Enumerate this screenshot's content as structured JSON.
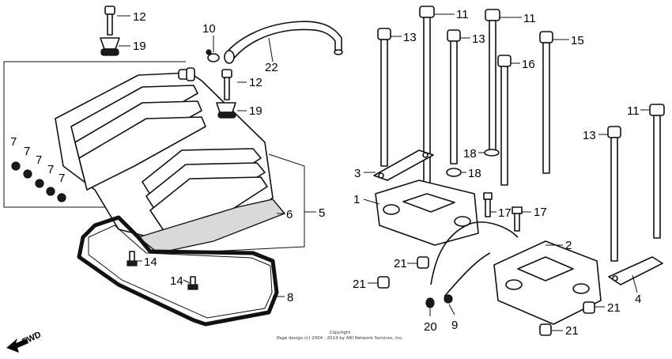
{
  "callouts": {
    "c1": "1",
    "c2": "2",
    "c3": "3",
    "c4": "4",
    "c5": "5",
    "c6": "6",
    "c7a": "7",
    "c7b": "7",
    "c7c": "7",
    "c7d": "7",
    "c7e": "7",
    "c8": "8",
    "c9": "9",
    "c10": "10",
    "c11a": "11",
    "c11b": "11",
    "c11c": "11",
    "c12a": "12",
    "c12b": "12",
    "c13a": "13",
    "c13b": "13",
    "c13c": "13",
    "c14a": "14",
    "c14b": "14",
    "c15": "15",
    "c16": "16",
    "c17a": "17",
    "c17b": "17",
    "c18a": "18",
    "c18b": "18",
    "c19a": "19",
    "c19b": "19",
    "c20": "20",
    "c21a": "21",
    "c21b": "21",
    "c21c": "21",
    "c21d": "21",
    "c22": "22"
  },
  "direction_label": "FWD",
  "footer": {
    "line1": "Copyright",
    "line2": "Page design (c) 2004 - 2014 by ARI Network Services, Inc."
  }
}
